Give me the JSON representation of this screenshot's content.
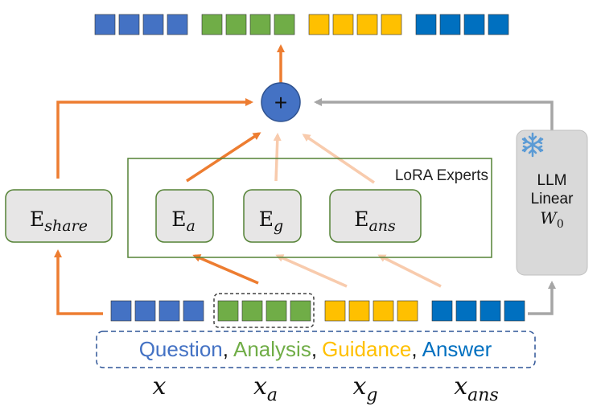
{
  "colors": {
    "question": "#4472C4",
    "analysis": "#70AD47",
    "guidance": "#FFC000",
    "answer": "#0070C0",
    "orange_arrow": "#ED7D31",
    "light_orange_arrow": "#F8CBAD",
    "gray_arrow": "#A6A6A6",
    "expert_border": "#548235",
    "expert_fill": "#E7E6E6",
    "llm_fill": "#D9D9D9",
    "snowflake": "#5B9BD5",
    "plus_node": "#4472C4"
  },
  "plus_symbol": "+",
  "lora_label": "LoRA Experts",
  "experts": {
    "share": {
      "main": "E",
      "sub": "share"
    },
    "a": {
      "main": "E",
      "sub": "a"
    },
    "g": {
      "main": "E",
      "sub": "g"
    },
    "ans": {
      "main": "E",
      "sub": "ans"
    }
  },
  "llm": {
    "line1": "LLM",
    "line2": "Linear",
    "weight_main": "W",
    "weight_sub": "0",
    "icon": "snowflake-icon"
  },
  "legend": {
    "question": "Question",
    "analysis": "Analysis",
    "guidance": "Guidance",
    "answer": "Answer",
    "separator": ","
  },
  "variables": {
    "x": "x",
    "xa_main": "x",
    "xa_sub": "a",
    "xg_main": "x",
    "xg_sub": "g",
    "xans_main": "x",
    "xans_sub": "ans"
  }
}
